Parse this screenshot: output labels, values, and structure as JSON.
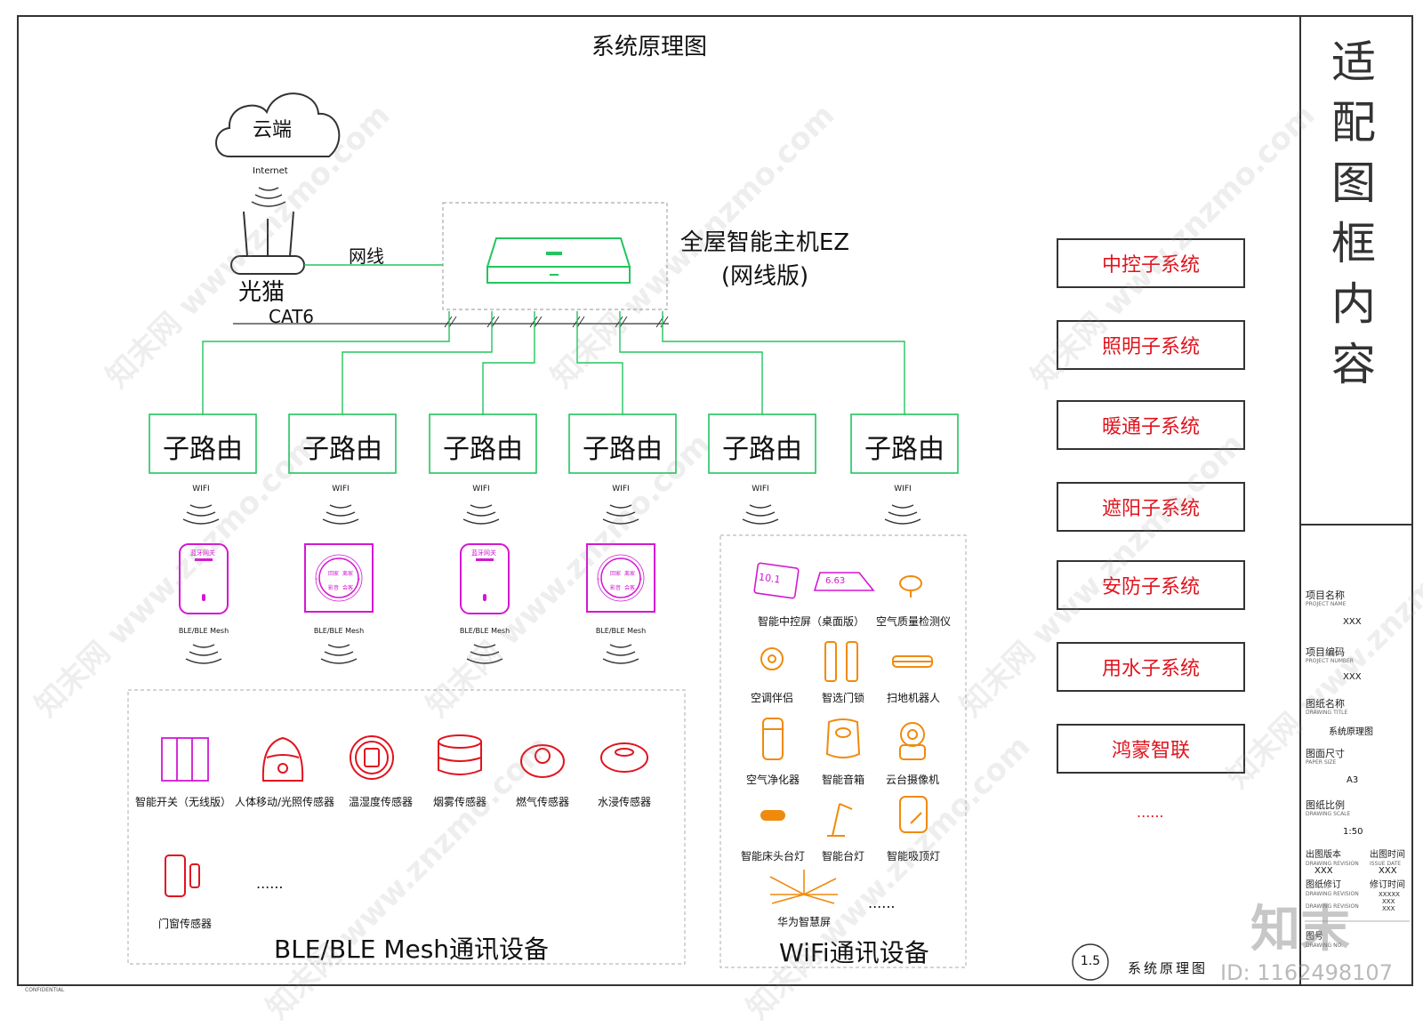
{
  "title": "系统原理图",
  "cloud": {
    "label": "云端",
    "internet_label": "Internet"
  },
  "modem": {
    "label": "光猫",
    "link_label": "网线",
    "cable_label": "CAT6"
  },
  "host": {
    "line1": "全屋智能主机EZ",
    "line2": "(网线版)"
  },
  "routers": [
    {
      "label": "子路由",
      "wave": "WIFI"
    },
    {
      "label": "子路由",
      "wave": "WIFI"
    },
    {
      "label": "子路由",
      "wave": "WIFI"
    },
    {
      "label": "子路由",
      "wave": "WIFI"
    },
    {
      "label": "子路由",
      "wave": "WIFI"
    },
    {
      "label": "子路由",
      "wave": "WIFI"
    }
  ],
  "gateways": [
    {
      "text": "蓝牙网关",
      "wave": "BLE/BLE Mesh"
    },
    {
      "text": "",
      "wave": "BLE/BLE Mesh"
    },
    {
      "text": "蓝牙网关",
      "wave": "BLE/BLE Mesh"
    },
    {
      "text": "",
      "wave": "BLE/BLE Mesh"
    }
  ],
  "panel_buttons": [
    "回家",
    "离家",
    "影音",
    "会客"
  ],
  "ble_devices": [
    {
      "label": "智能开关（无线版）",
      "icon": "switch-icon"
    },
    {
      "label": "人体移动/光照传感器",
      "icon": "motion-sensor-icon"
    },
    {
      "label": "温湿度传感器",
      "icon": "temperature-sensor-icon"
    },
    {
      "label": "烟雾传感器",
      "icon": "smoke-sensor-icon"
    },
    {
      "label": "燃气传感器",
      "icon": "gas-sensor-icon"
    },
    {
      "label": "水浸传感器",
      "icon": "water-sensor-icon"
    },
    {
      "label": "门窗传感器",
      "icon": "door-sensor-icon"
    }
  ],
  "ble_more": "......",
  "ble_group_label": "BLE/BLE Mesh通讯设备",
  "wifi_devices": [
    {
      "label": "智能中控屏（桌面版）",
      "icon": "control-screen-icon",
      "screen_a": "10.1",
      "screen_b": "6.63"
    },
    {
      "label": "空气质量检测仪",
      "icon": "air-monitor-icon"
    },
    {
      "label": "空调伴侣",
      "icon": "ac-companion-icon"
    },
    {
      "label": "智选门锁",
      "icon": "door-lock-icon"
    },
    {
      "label": "扫地机器人",
      "icon": "robot-vacuum-icon"
    },
    {
      "label": "空气净化器",
      "icon": "air-purifier-icon"
    },
    {
      "label": "智能音箱",
      "icon": "smart-speaker-icon"
    },
    {
      "label": "云台摄像机",
      "icon": "ptz-camera-icon"
    },
    {
      "label": "智能床头台灯",
      "icon": "bedside-lamp-icon"
    },
    {
      "label": "智能台灯",
      "icon": "desk-lamp-icon"
    },
    {
      "label": "智能吸顶灯",
      "icon": "ceiling-light-icon"
    },
    {
      "label": "华为智慧屏",
      "icon": "smart-screen-icon"
    }
  ],
  "wifi_more": "......",
  "wifi_group_label": "WiFi通讯设备",
  "subsystems": [
    "中控子系统",
    "照明子系统",
    "暖通子系统",
    "遮阳子系统",
    "安防子系统",
    "用水子系统",
    "鸿蒙智联"
  ],
  "subsystems_more": "......",
  "sidebar_title": [
    "适",
    "配",
    "图",
    "框",
    "内",
    "容"
  ],
  "title_block": [
    {
      "label": "项目名称",
      "sub": "PROJECT NAME",
      "value": "XXX"
    },
    {
      "label": "项目编码",
      "sub": "PROJECT NUMBER",
      "value": "XXX"
    },
    {
      "label": "图纸名称",
      "sub": "DRAWING TITLE",
      "value": "系统原理图"
    },
    {
      "label": "图面尺寸",
      "sub": "PAPER SIZE",
      "value": "A3"
    },
    {
      "label": "图纸比例",
      "sub": "DRAWING SCALE",
      "value": "1:50"
    }
  ],
  "revision": {
    "issue_label": "出图版本",
    "issue_sub": "DRAWING REVISION",
    "issue_value": "XXX",
    "date_label": "出图时间",
    "date_sub": "ISSUE DATE",
    "date_value": "XXX",
    "rev_label": "图纸修订",
    "rev_sub": "DRAWING REVISION",
    "rev_time_label": "修订时间",
    "rev_values": [
      "XXXXX",
      "XXX",
      "XXX"
    ],
    "no_label": "图号",
    "no_sub": "DRAWING NO."
  },
  "footer": {
    "badge": "1.5",
    "drawing_name": "系统原理图",
    "confidential": "CONFIDENTIAL"
  },
  "stamp": {
    "logo": "知末",
    "id": "ID: 1162498107"
  },
  "watermark": "知末网 www.znzmo.com",
  "colors": {
    "green": "#22c55e",
    "red": "#e0141e",
    "magenta": "#d417d4",
    "orange": "#f08a0c",
    "frame": "#333333"
  }
}
